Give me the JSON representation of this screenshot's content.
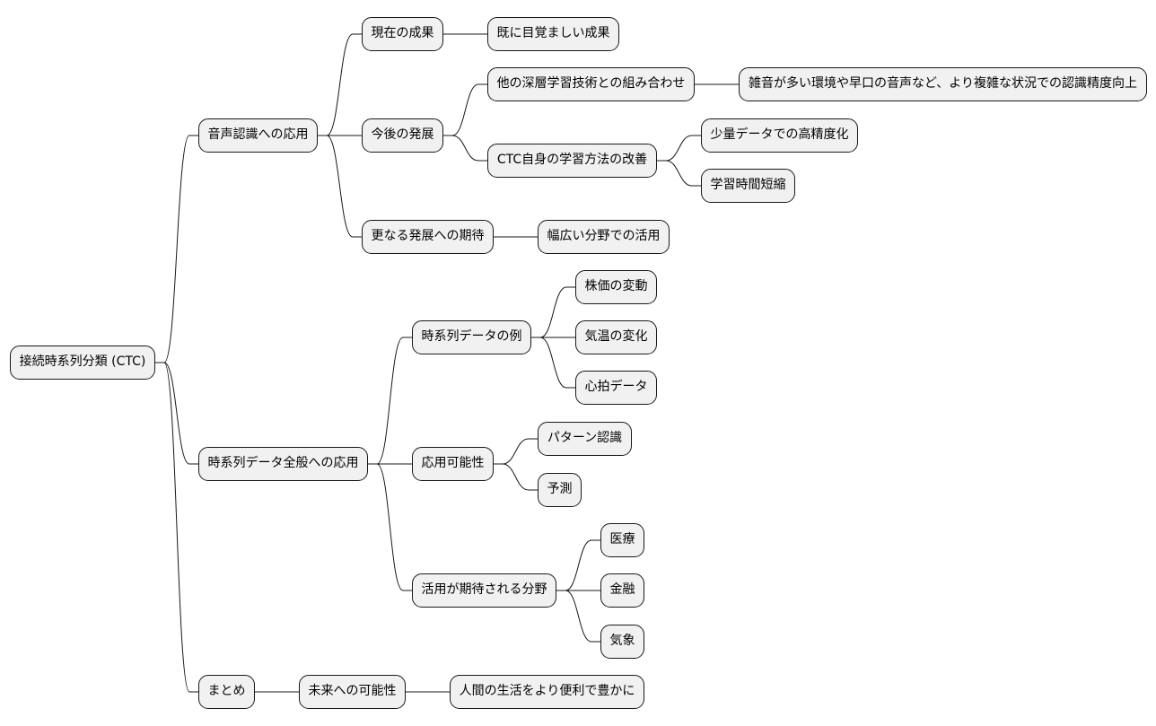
{
  "mindmap": {
    "root": "接続時系列分類 (CTC)",
    "a": {
      "label": "音声認識への応用"
    },
    "a1": {
      "label": "現在の成果"
    },
    "a1_1": {
      "label": "既に目覚ましい成果"
    },
    "a2": {
      "label": "今後の発展"
    },
    "a2_1": {
      "label": "他の深層学習技術との組み合わせ"
    },
    "a2_1_1": {
      "label": "雑音が多い環境や早口の音声など、より複雑な状況での認識精度向上"
    },
    "a2_2": {
      "label": "CTC自身の学習方法の改善"
    },
    "a2_2_1": {
      "label": "少量データでの高精度化"
    },
    "a2_2_2": {
      "label": "学習時間短縮"
    },
    "a3": {
      "label": "更なる発展への期待"
    },
    "a3_1": {
      "label": "幅広い分野での活用"
    },
    "b": {
      "label": "時系列データ全般への応用"
    },
    "b1": {
      "label": "時系列データの例"
    },
    "b1_1": {
      "label": "株価の変動"
    },
    "b1_2": {
      "label": "気温の変化"
    },
    "b1_3": {
      "label": "心拍データ"
    },
    "b2": {
      "label": "応用可能性"
    },
    "b2_1": {
      "label": "パターン認識"
    },
    "b2_2": {
      "label": "予測"
    },
    "b3": {
      "label": "活用が期待される分野"
    },
    "b3_1": {
      "label": "医療"
    },
    "b3_2": {
      "label": "金融"
    },
    "b3_3": {
      "label": "気象"
    },
    "c": {
      "label": "まとめ"
    },
    "c1": {
      "label": "未来への可能性"
    },
    "c1_1": {
      "label": "人間の生活をより便利で豊かに"
    }
  },
  "colors": {
    "node_fill": "#f1f1f1",
    "node_border": "#181818",
    "edge": "#181818"
  }
}
